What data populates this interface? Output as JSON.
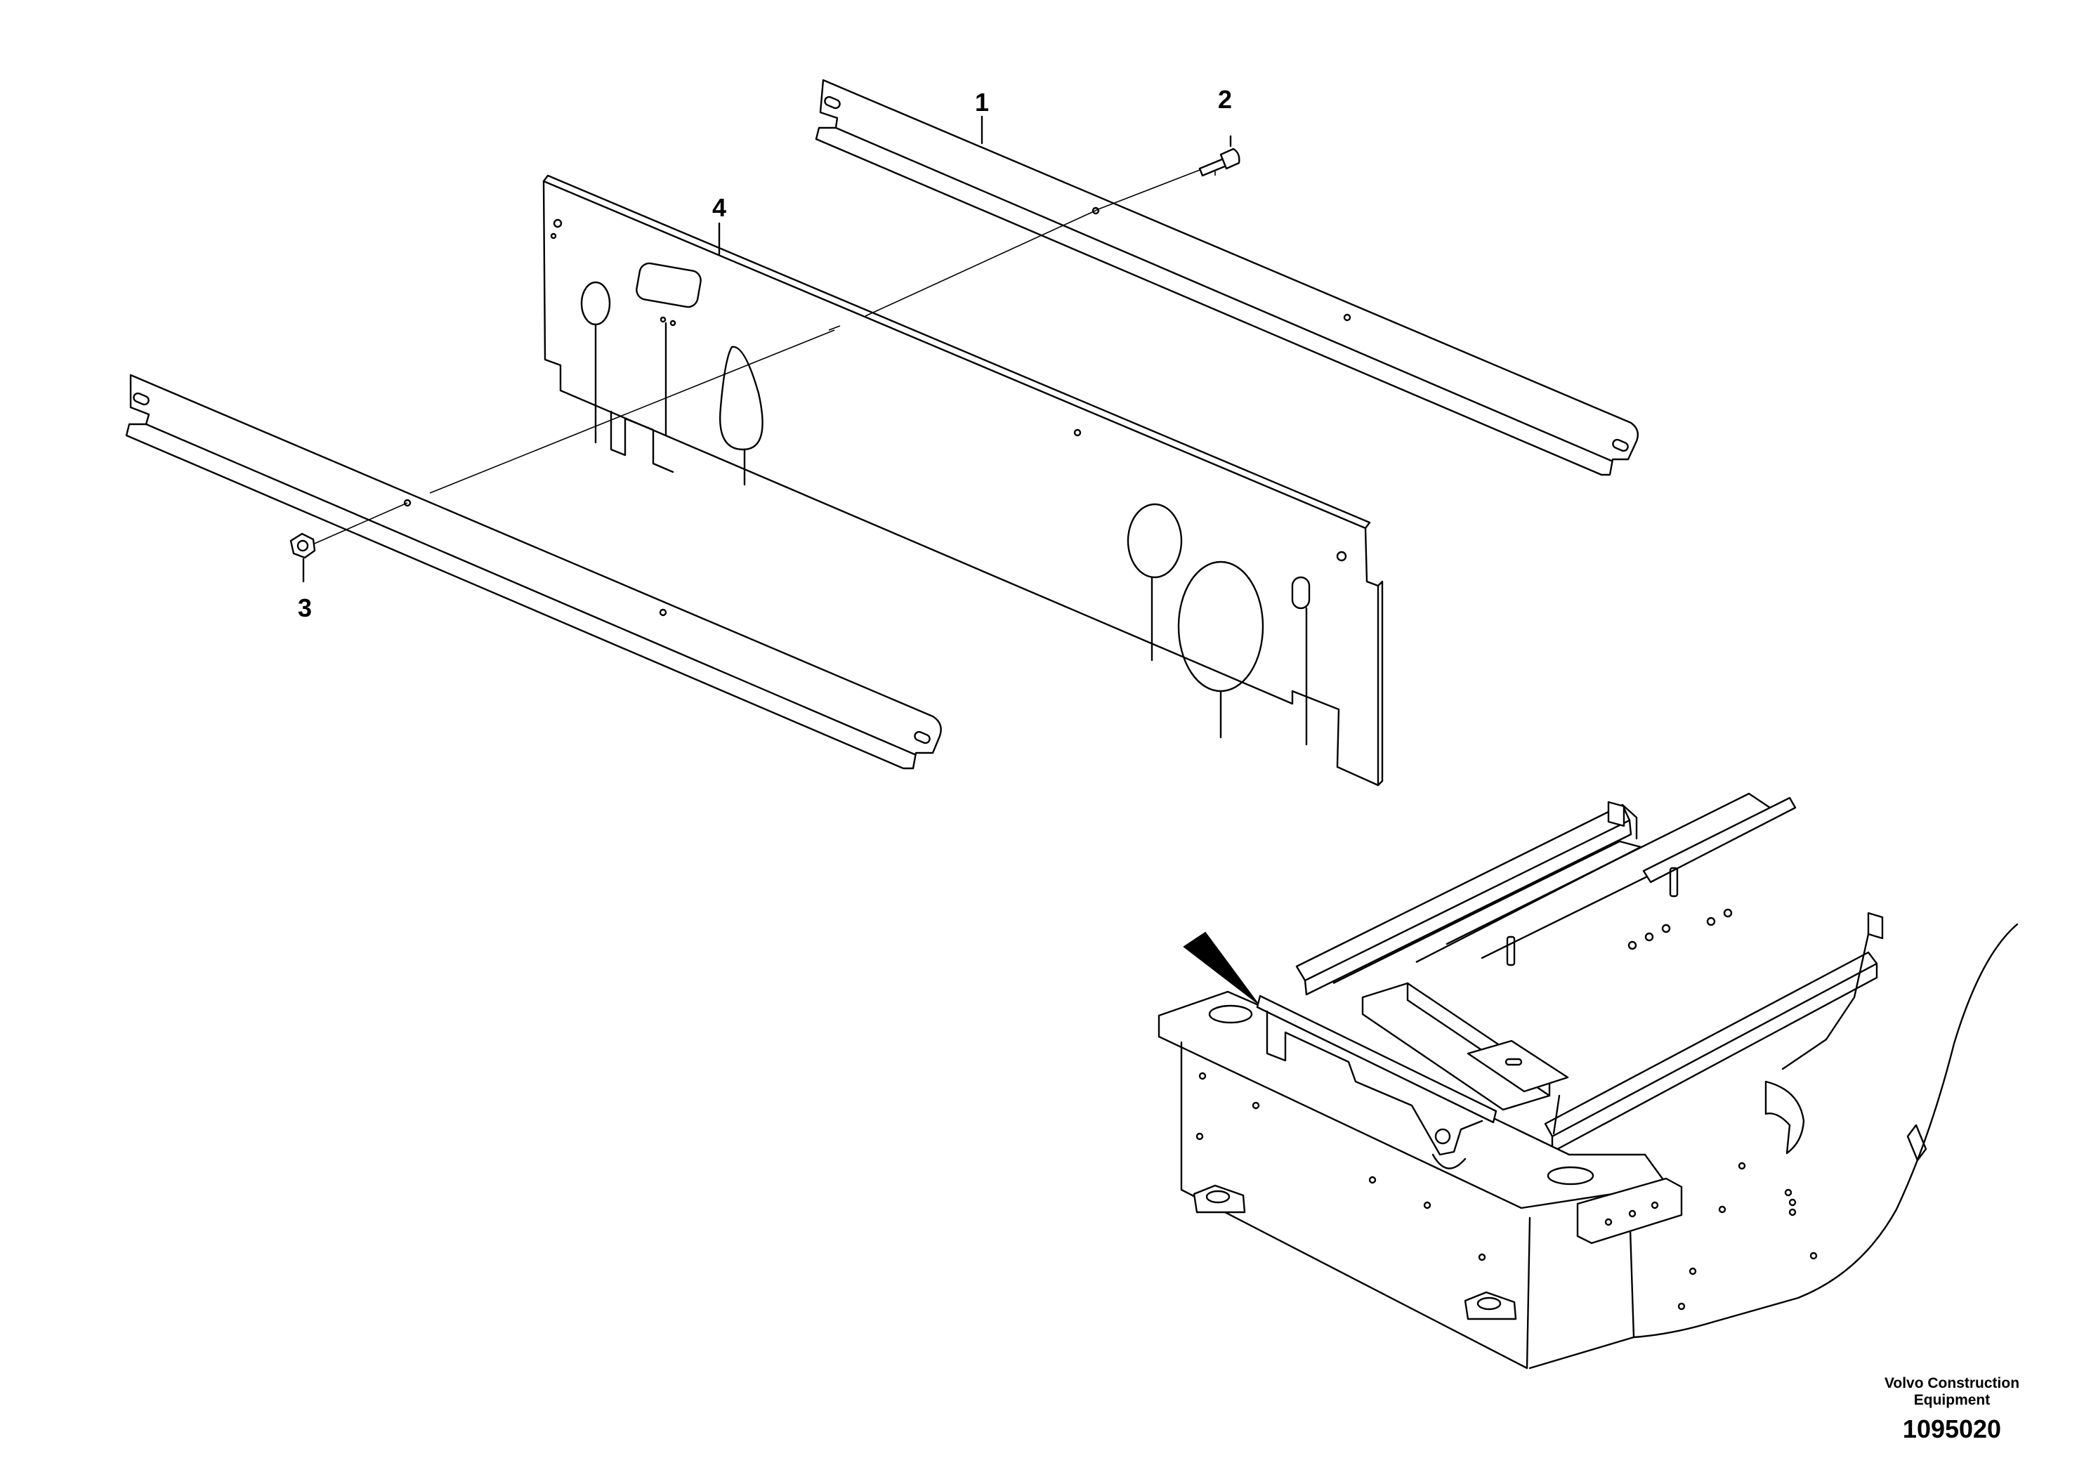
{
  "diagram": {
    "callouts": [
      {
        "id": "1",
        "label": "1"
      },
      {
        "id": "2",
        "label": "2"
      },
      {
        "id": "3",
        "label": "3"
      },
      {
        "id": "4",
        "label": "4"
      }
    ]
  },
  "brand": {
    "line1": "Volvo Construction",
    "line2": "Equipment"
  },
  "document_number": "1095020"
}
